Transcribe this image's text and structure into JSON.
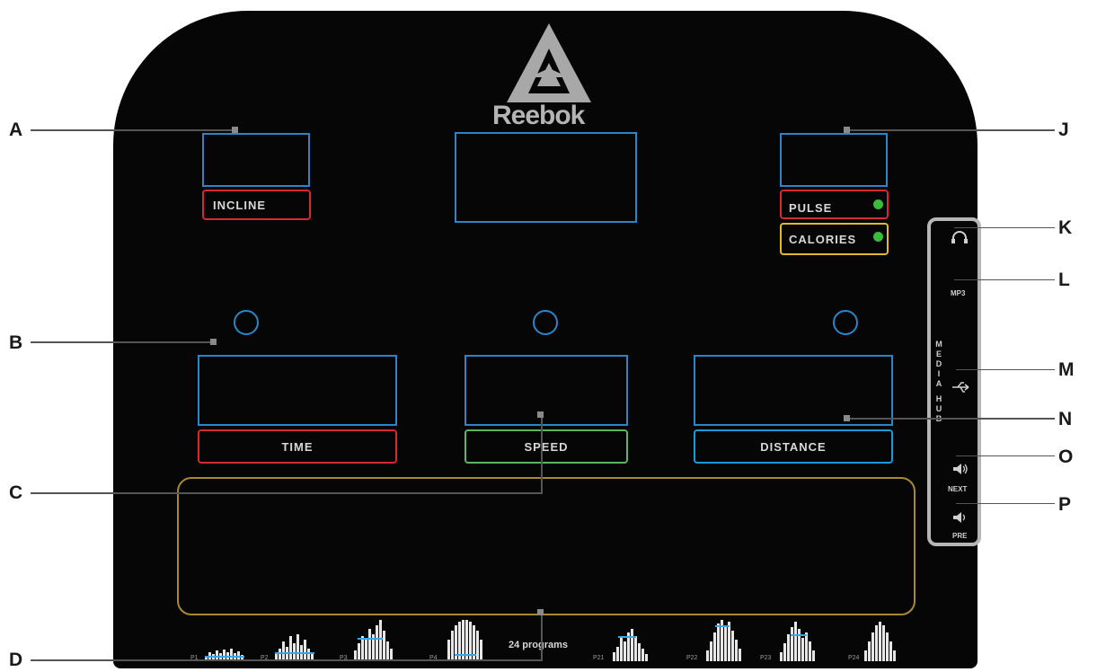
{
  "brand": {
    "name": "Reebok"
  },
  "labels": {
    "incline": "INCLINE",
    "pulse": "PULSE",
    "calories": "CALORIES",
    "time": "TIME",
    "speed": "SPEED",
    "distance": "DISTANCE",
    "programs_note": "24 programs"
  },
  "media_hub": {
    "title_letters": [
      "M",
      "E",
      "D",
      "I",
      "A",
      "H",
      "U",
      "B"
    ],
    "mp3": "MP3",
    "next": "NEXT",
    "pre": "PRE"
  },
  "callouts": [
    "A",
    "B",
    "C",
    "D",
    "J",
    "K",
    "L",
    "M",
    "N",
    "O",
    "P"
  ],
  "programs": [
    "P1",
    "P2",
    "P3",
    "P4",
    "P21",
    "P22",
    "P23",
    "P24"
  ],
  "colors": {
    "console": "#060606",
    "display_outline": "#2a85c9",
    "red": "#d42a34",
    "green": "#5db55d",
    "yellow": "#e4b92a",
    "blue": "#1a9ad9",
    "indicator": "#3bbb3b"
  },
  "icons": {
    "headphone": "headphone-icon",
    "usb": "usb-icon",
    "speaker": "speaker-icon"
  }
}
